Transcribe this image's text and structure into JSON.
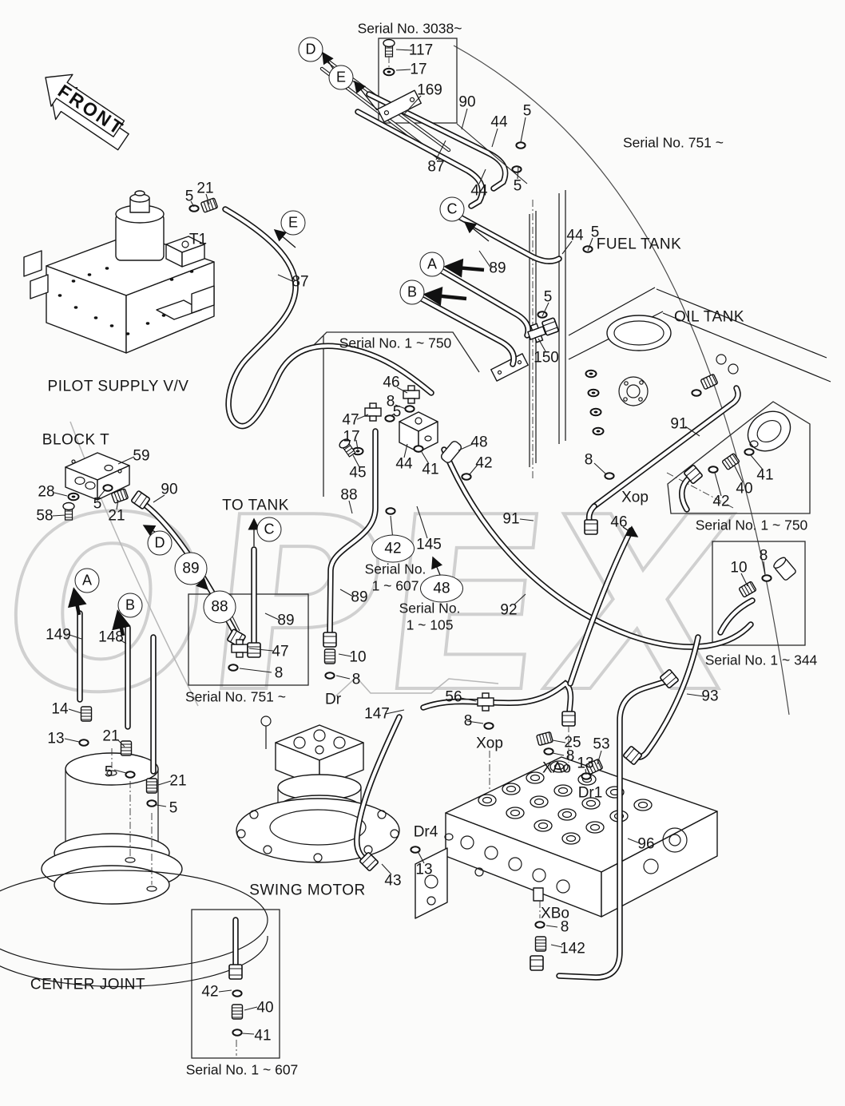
{
  "watermark": "OPEX",
  "components": {
    "front": "FRONT",
    "pilot_supply": "PILOT SUPPLY V/V",
    "block_t": "BLOCK T",
    "to_tank": "TO TANK",
    "fuel_tank": "FUEL TANK",
    "oil_tank": "OIL TANK",
    "swing_motor": "SWING MOTOR",
    "center_joint": "CENTER JOINT"
  },
  "serials": {
    "sn3038": "Serial No. 3038~",
    "sn751": "Serial No. 751 ~",
    "sn1_750": "Serial No. 1 ~ 750",
    "sn1_344": "Serial No. 1 ~ 344",
    "sn1_607": "Serial No. 1 ~ 607",
    "serial_no": "Serial No.",
    "r1_607": "1 ~ 607",
    "r1_105": "1 ~ 105"
  },
  "ports": {
    "t1": "T1",
    "xop": "Xop",
    "xao": "XAo",
    "xbo": "XBo",
    "dr": "Dr",
    "dr1": "Dr1",
    "dr4": "Dr4"
  },
  "views": {
    "a": "A",
    "b": "B",
    "c": "C",
    "d": "D",
    "e": "E"
  },
  "parts": {
    "n5": "5",
    "n8": "8",
    "n10": "10",
    "n13": "13",
    "n14": "14",
    "n17": "17",
    "n21": "21",
    "n25": "25",
    "n28": "28",
    "n40": "40",
    "n41": "41",
    "n42": "42",
    "n43": "43",
    "n44": "44",
    "n45": "45",
    "n46": "46",
    "n47": "47",
    "n48": "48",
    "n53": "53",
    "n56": "56",
    "n58": "58",
    "n59": "59",
    "n87": "87",
    "n88": "88",
    "n89": "89",
    "n90": "90",
    "n91": "91",
    "n92": "92",
    "n93": "93",
    "n96": "96",
    "n117": "117",
    "n142": "142",
    "n145": "145",
    "n147": "147",
    "n148": "148",
    "n149": "149",
    "n150": "150",
    "n169": "169"
  }
}
